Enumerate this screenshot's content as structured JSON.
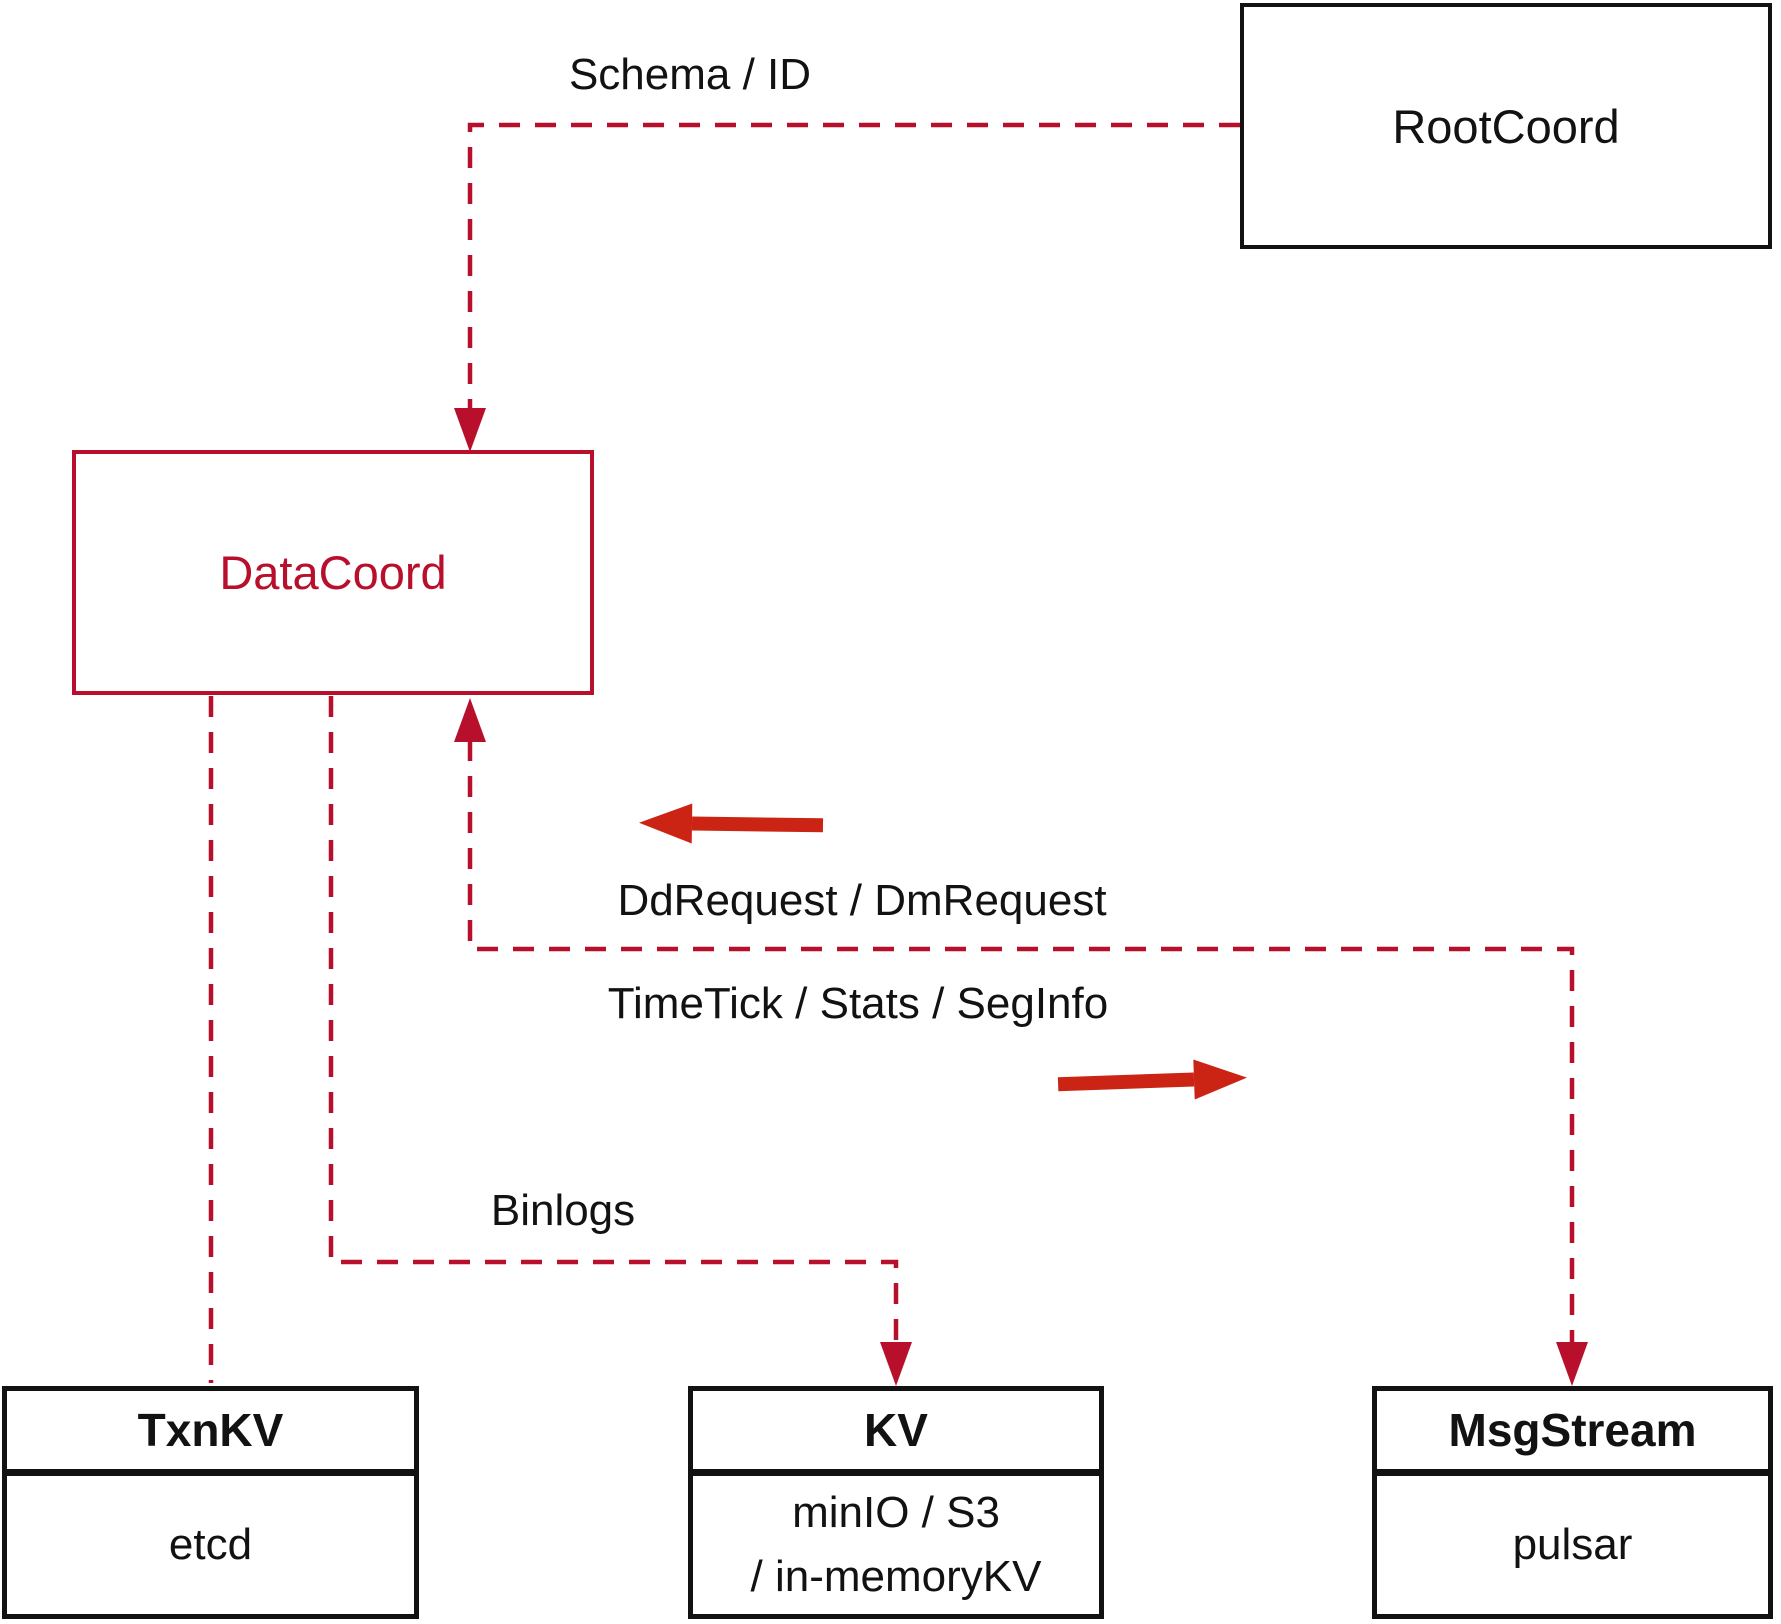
{
  "diagram": {
    "colors": {
      "dashed": "#b8102c",
      "solid": "#cc2414",
      "ink": "#121212"
    },
    "nodes": {
      "rootcoord": {
        "label": "RootCoord"
      },
      "datacoord": {
        "label": "DataCoord"
      },
      "txnkv": {
        "title": "TxnKV",
        "body": "etcd"
      },
      "kv": {
        "title": "KV",
        "body_line1": "minIO / S3",
        "body_line2": "/ in-memoryKV"
      },
      "msgstream": {
        "title": "MsgStream",
        "body": "pulsar"
      }
    },
    "edge_labels": {
      "schema_id": "Schema / ID",
      "ddrequest": "DdRequest / DmRequest",
      "timetick": "TimeTick / Stats / SegInfo",
      "binlogs": "Binlogs"
    }
  }
}
